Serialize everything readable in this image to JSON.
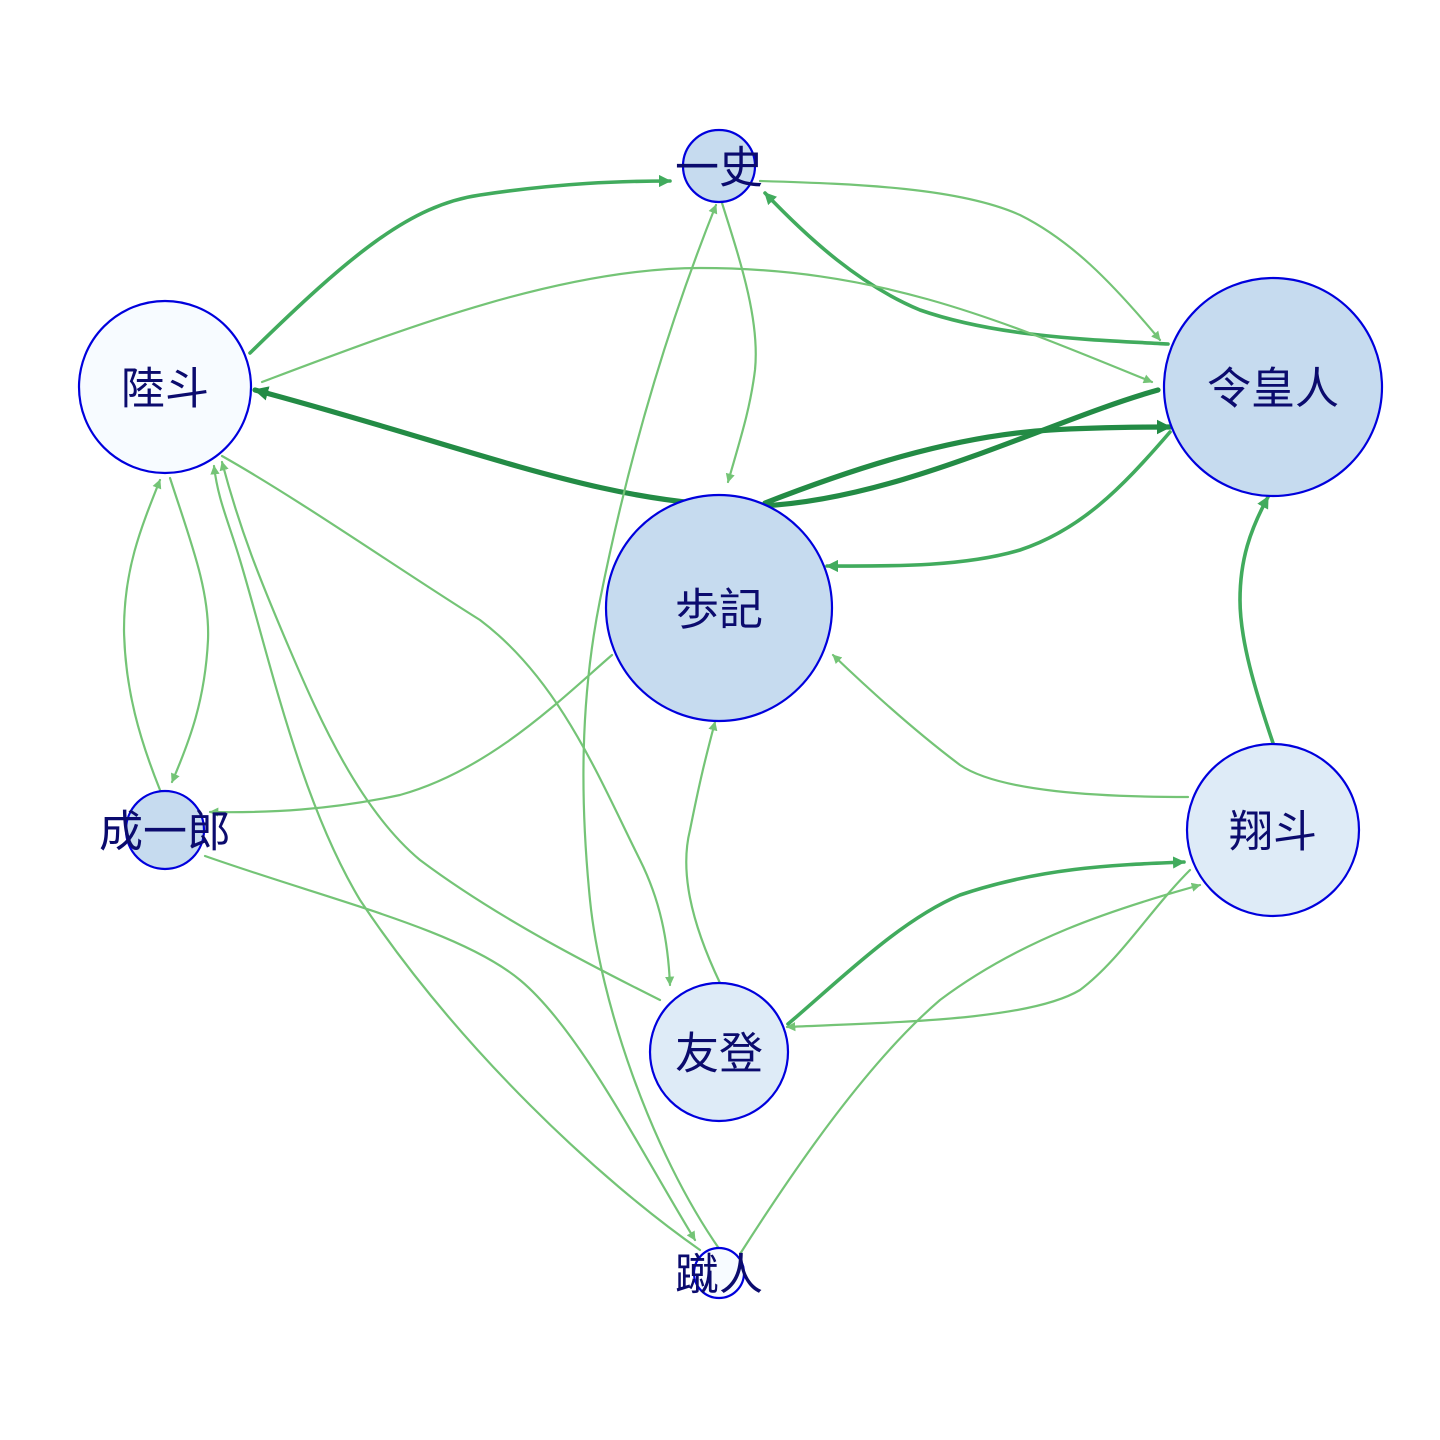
{
  "colors": {
    "edge_light": "#74c476",
    "edge_mid": "#41ab5d",
    "edge_dark": "#238b45",
    "node_border": "#0000dd",
    "label": "#0b0b6e"
  },
  "nodes": [
    {
      "id": "issi",
      "label": "一史",
      "fill": "#c6dbef"
    },
    {
      "id": "rikuto",
      "label": "陸斗",
      "fill": "#f7fbff"
    },
    {
      "id": "reiko",
      "label": "令皇人",
      "fill": "#c6dbef"
    },
    {
      "id": "ayuki",
      "label": "歩記",
      "fill": "#c6dbef"
    },
    {
      "id": "shoto",
      "label": "翔斗",
      "fill": "#deebf7"
    },
    {
      "id": "seiichiro",
      "label": "成一郎",
      "fill": "#c6dbef"
    },
    {
      "id": "yuto",
      "label": "友登",
      "fill": "#deebf7"
    },
    {
      "id": "shuto",
      "label": "蹴人",
      "fill": "#f7fbff"
    }
  ],
  "edges": [
    {
      "from": "rikuto",
      "to": "issi",
      "weight": "mid"
    },
    {
      "from": "issi",
      "to": "reiko",
      "weight": "light"
    },
    {
      "from": "reiko",
      "to": "issi",
      "weight": "mid"
    },
    {
      "from": "issi",
      "to": "ayuki",
      "weight": "light"
    },
    {
      "from": "rikuto",
      "to": "reiko",
      "weight": "light"
    },
    {
      "from": "reiko",
      "to": "rikuto",
      "weight": "dark"
    },
    {
      "from": "ayuki",
      "to": "reiko",
      "weight": "dark"
    },
    {
      "from": "reiko",
      "to": "ayuki",
      "weight": "mid"
    },
    {
      "from": "rikuto",
      "to": "seiichiro",
      "weight": "light"
    },
    {
      "from": "seiichiro",
      "to": "rikuto",
      "weight": "light"
    },
    {
      "from": "rikuto",
      "to": "yuto",
      "weight": "light"
    },
    {
      "from": "yuto",
      "to": "rikuto",
      "weight": "light"
    },
    {
      "from": "shuto",
      "to": "rikuto",
      "weight": "light"
    },
    {
      "from": "ayuki",
      "to": "seiichiro",
      "weight": "light"
    },
    {
      "from": "seiichiro",
      "to": "shuto",
      "weight": "light"
    },
    {
      "from": "shuto",
      "to": "issi",
      "weight": "light"
    },
    {
      "from": "yuto",
      "to": "ayuki",
      "weight": "light"
    },
    {
      "from": "shoto",
      "to": "ayuki",
      "weight": "light"
    },
    {
      "from": "shoto",
      "to": "reiko",
      "weight": "mid"
    },
    {
      "from": "yuto",
      "to": "shoto",
      "weight": "mid"
    },
    {
      "from": "shoto",
      "to": "yuto",
      "weight": "light"
    },
    {
      "from": "shuto",
      "to": "shoto",
      "weight": "light"
    }
  ]
}
